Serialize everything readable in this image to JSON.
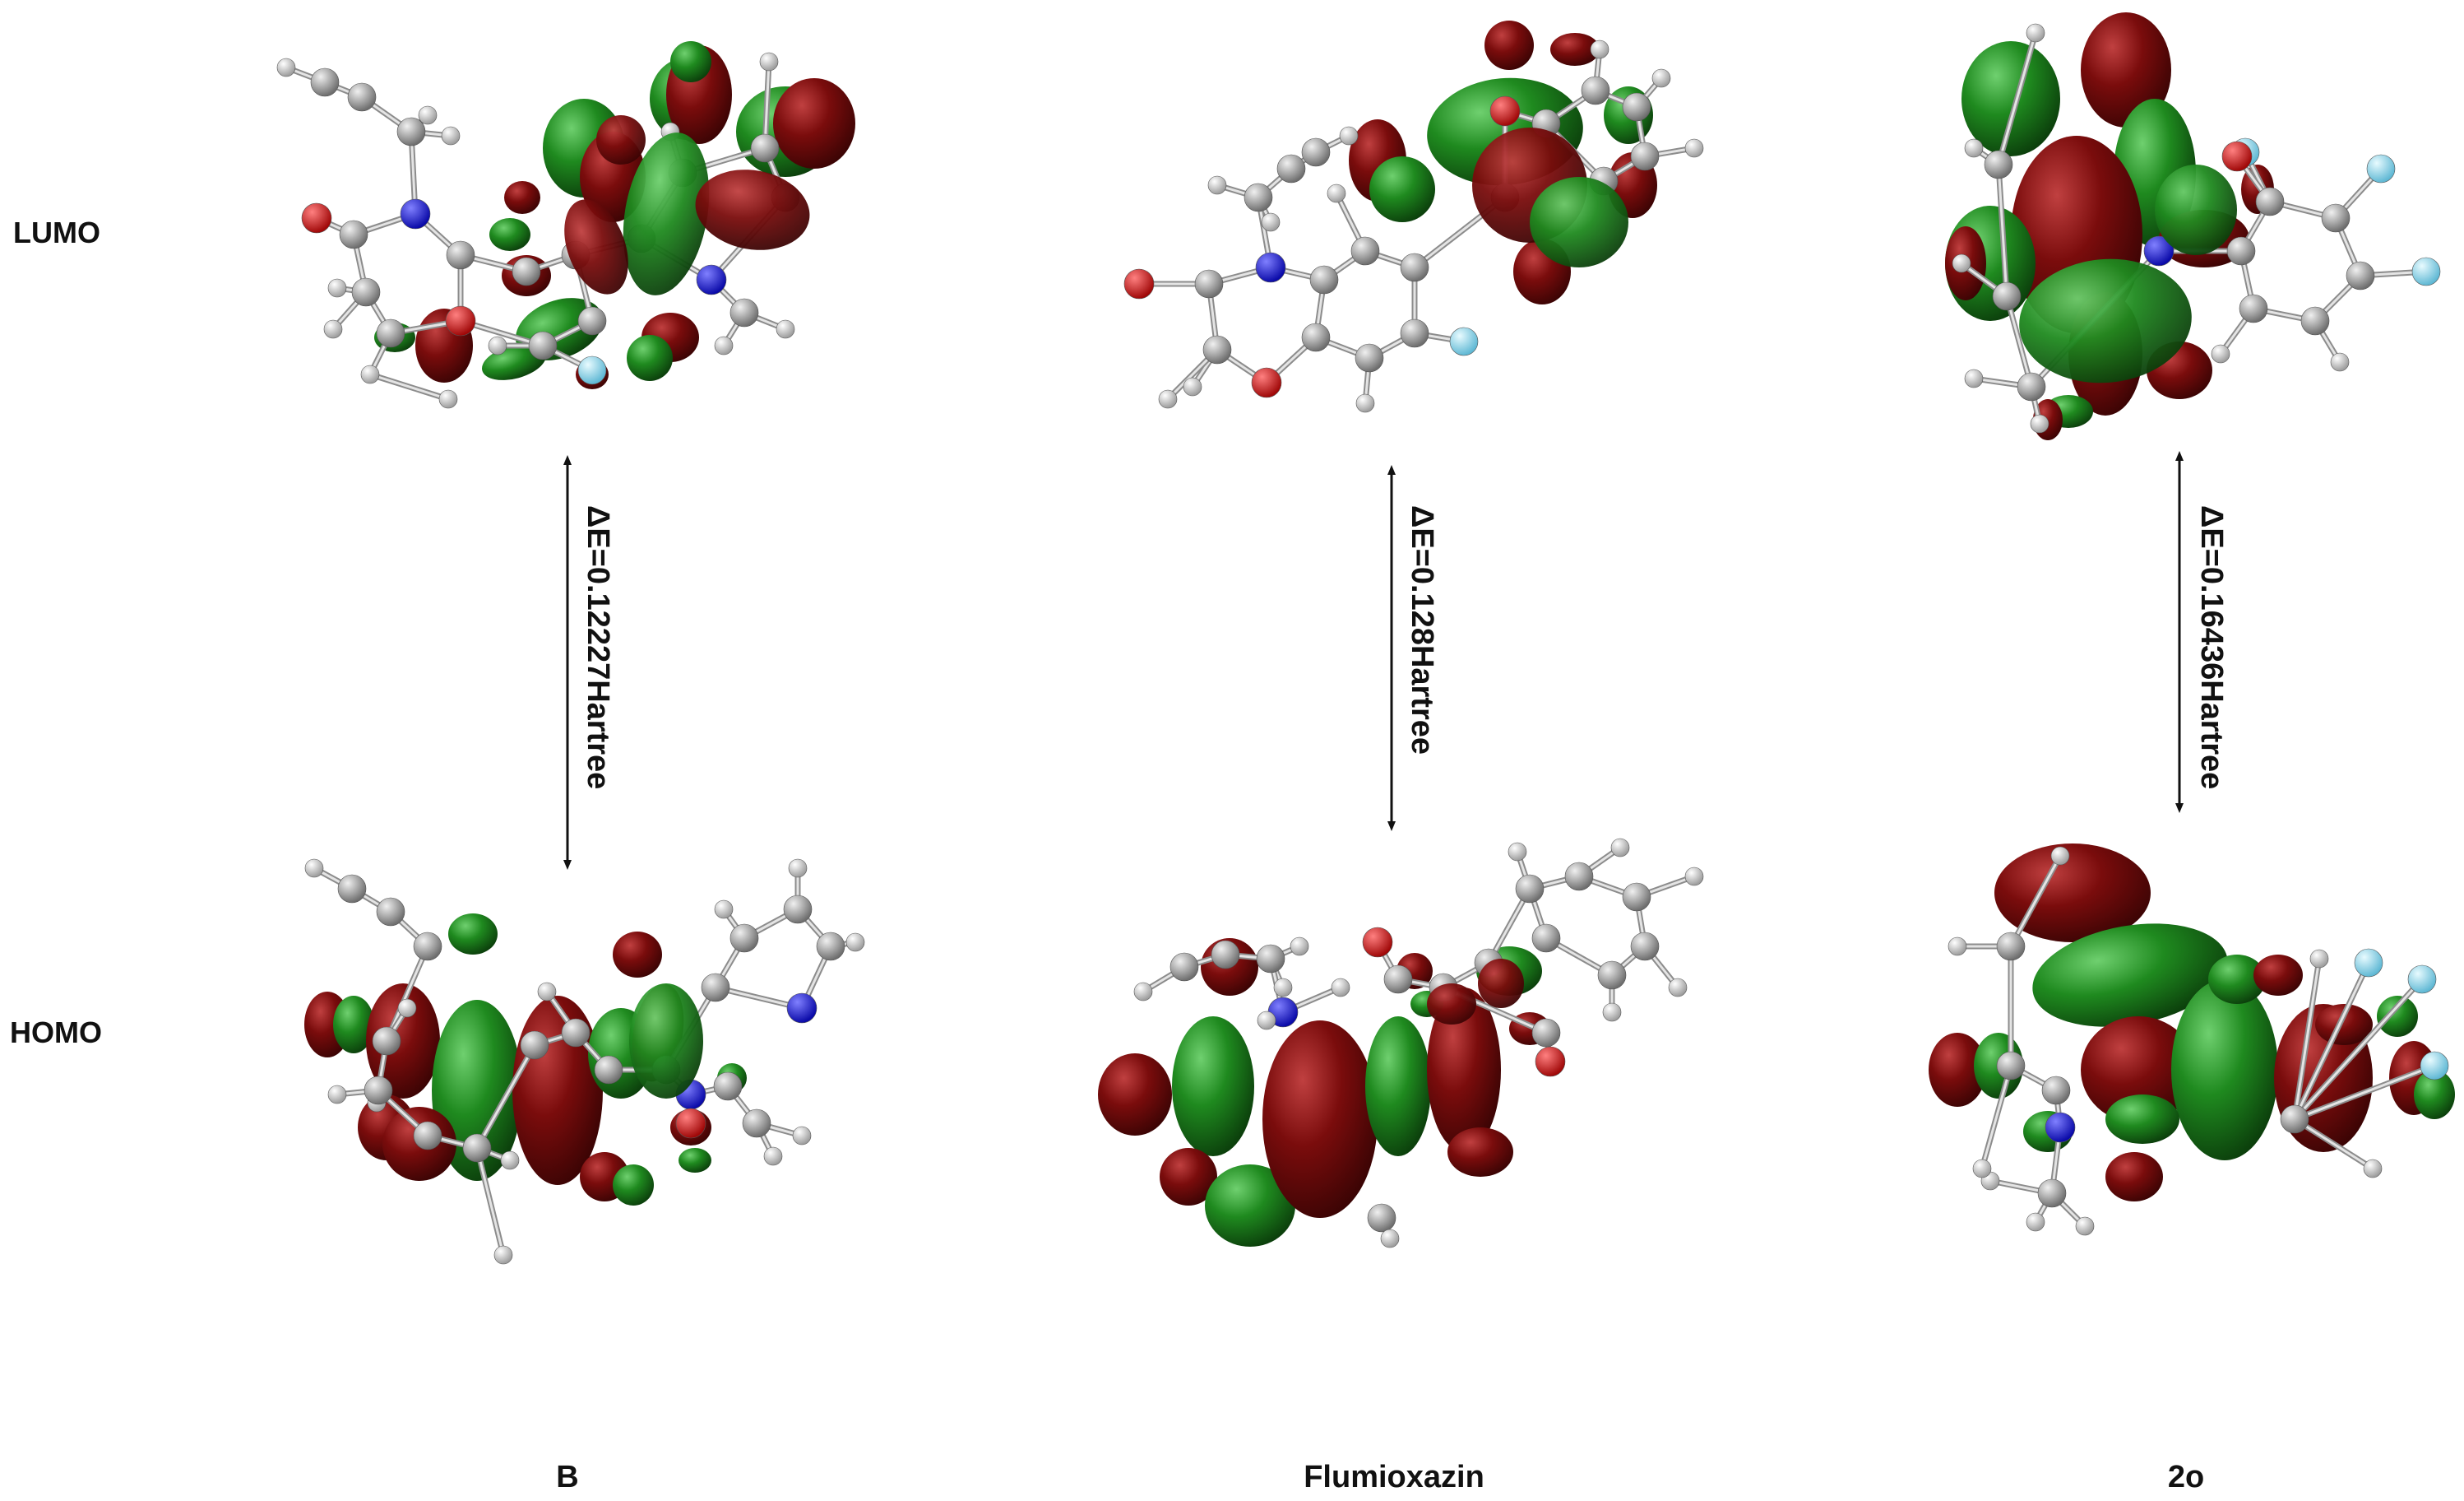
{
  "row_labels": {
    "lumo": "LUMO",
    "homo": "HOMO"
  },
  "columns": [
    {
      "id": "B",
      "name": "B",
      "gap": "ΔE=0.12227Hartree"
    },
    {
      "id": "Flumioxazin",
      "name": "Flumioxazin",
      "gap": "ΔE=0.128Hartree"
    },
    {
      "id": "2o",
      "name": "2o",
      "gap": "ΔE=0.16436Hartree"
    }
  ],
  "colors": {
    "lobe_positive": "#1f7a1f",
    "lobe_negative": "#7a0c0c",
    "atom_carbon": "#9a9a9a",
    "atom_hydrogen": "#e8e8e8",
    "atom_nitrogen": "#1414e6",
    "atom_oxygen": "#e01010",
    "atom_fluorine": "#8fd8ee",
    "bond": "#b8b8b8"
  }
}
